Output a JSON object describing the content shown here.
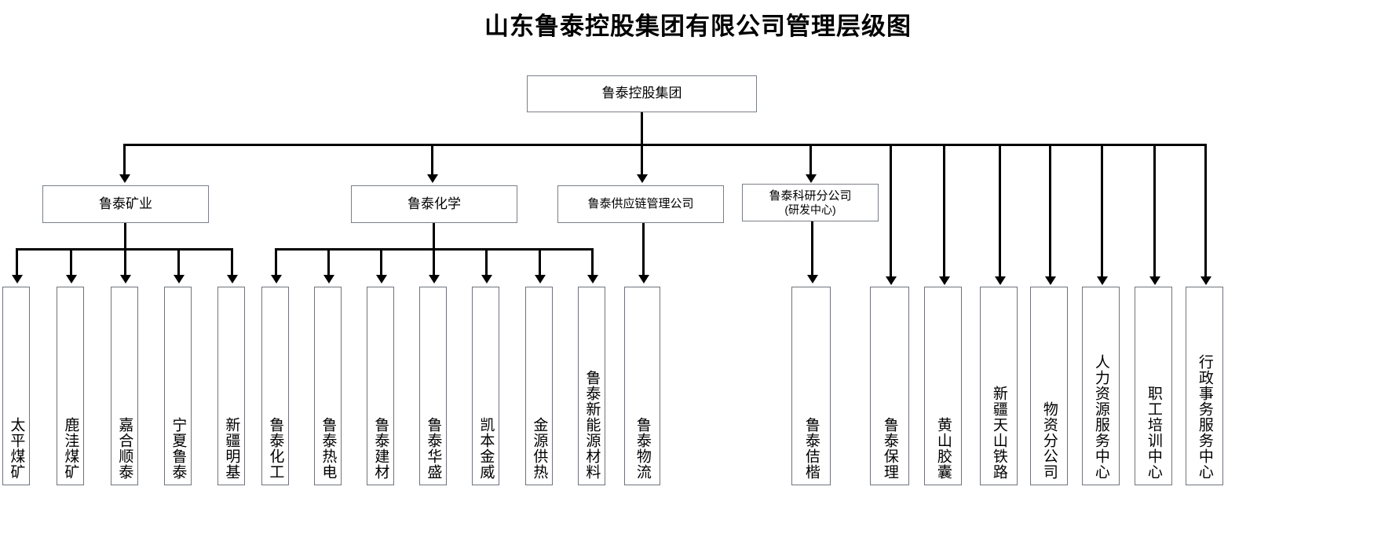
{
  "title": "山东鲁泰控股集团有限公司管理层级图",
  "root": {
    "label": "鲁泰控股集团"
  },
  "divisions": [
    {
      "label": "鲁泰矿业"
    },
    {
      "label": "鲁泰化学"
    },
    {
      "label": "鲁泰供应链管理公司"
    },
    {
      "label": "鲁泰科研分公司",
      "label2": "(研发中心)"
    }
  ],
  "leaves": {
    "mining": [
      {
        "label": "太平煤矿"
      },
      {
        "label": "鹿洼煤矿"
      },
      {
        "label": "嘉合顺泰"
      },
      {
        "label": "宁夏鲁泰"
      },
      {
        "label": "新疆明基"
      }
    ],
    "chemical": [
      {
        "label": "鲁泰化工"
      },
      {
        "label": "鲁泰热电"
      },
      {
        "label": "鲁泰建材"
      },
      {
        "label": "鲁泰华盛"
      },
      {
        "label": "凯本金威"
      },
      {
        "label": "金源供热"
      },
      {
        "label": "鲁泰新能源材料"
      }
    ],
    "supply_chain": [
      {
        "label": "鲁泰物流"
      }
    ],
    "research": [
      {
        "label": "鲁泰佶楷"
      }
    ],
    "direct": [
      {
        "label": "鲁泰保理"
      },
      {
        "label": "黄山胶囊"
      },
      {
        "label": "新疆天山铁路"
      },
      {
        "label": "物资分公司"
      },
      {
        "label": "人力资源服务中心"
      },
      {
        "label": "职工培训中心"
      },
      {
        "label": "行政事务服务中心"
      }
    ]
  },
  "colors": {
    "box_border": "#7a7f87",
    "connector": "#000000",
    "background": "#ffffff",
    "text": "#000000"
  }
}
